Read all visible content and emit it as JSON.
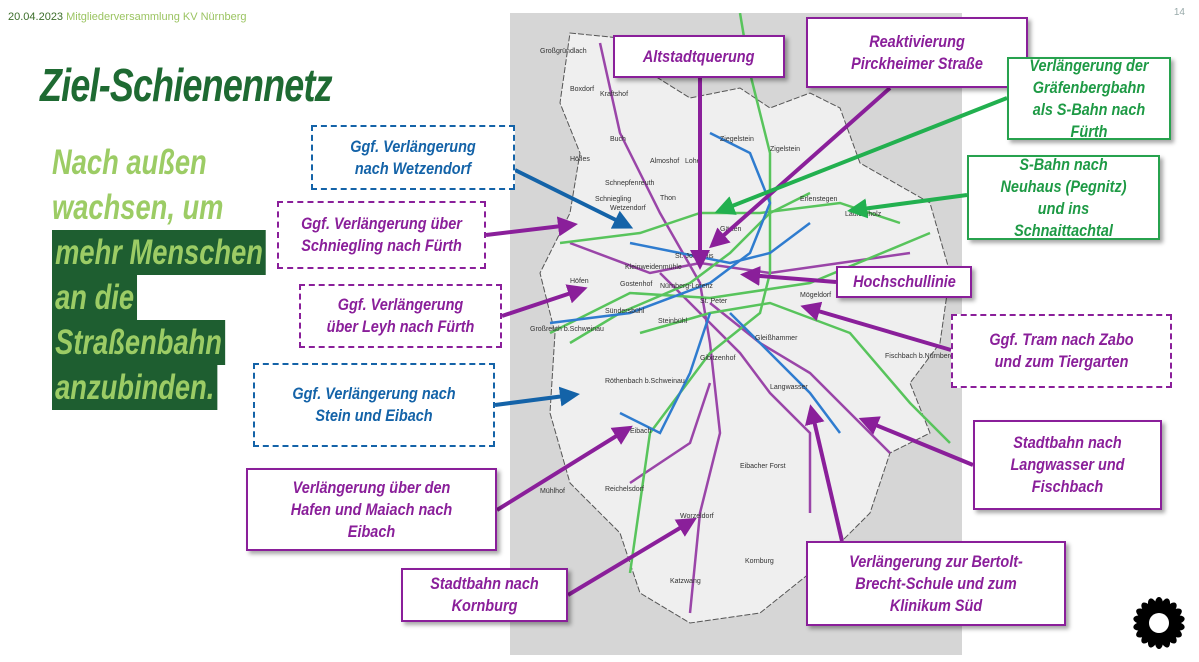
{
  "header": {
    "date": "20.04.2023",
    "event": "Mitgliederversammlung  KV Nürnberg",
    "page_number": "14"
  },
  "title": "Ziel-Schienennetz",
  "claim": {
    "lines": [
      "Nach außen",
      "wachsen, um",
      "mehr Menschen",
      "an die",
      "Straßenbahn",
      "anzubinden."
    ]
  },
  "colors": {
    "purple": "#8a1f9a",
    "blue": "#1463a8",
    "green": "#27a24e",
    "dark_green": "#1e6a32",
    "light_green": "#9ccc65"
  },
  "callouts": [
    {
      "id": "altstadt",
      "text": "Altstadtquerung",
      "style": "purple"
    },
    {
      "id": "pirckheimer",
      "text": "Reaktivierung Pirckheimer Straße",
      "style": "purple"
    },
    {
      "id": "graefenberg",
      "text": "Verlängerung der Gräfenbergbahn als S-Bahn nach Fürth",
      "style": "green"
    },
    {
      "id": "neuhaus",
      "text": "S-Bahn nach Neuhaus (Pegnitz) und ins Schnaittachtal",
      "style": "green"
    },
    {
      "id": "hochschul",
      "text": "Hochschullinie",
      "style": "purple"
    },
    {
      "id": "zabo",
      "text": "Ggf. Tram nach Zabo und zum Tiergarten",
      "style": "purple-dashed"
    },
    {
      "id": "langwasser",
      "text": "Stadtbahn nach Langwasser und Fischbach",
      "style": "purple"
    },
    {
      "id": "brecht",
      "text": "Verlängerung zur Bertolt-Brecht-Schule und zum Klinikum Süd",
      "style": "purple"
    },
    {
      "id": "kornburg",
      "text": "Stadtbahn nach Kornburg",
      "style": "purple"
    },
    {
      "id": "hafen",
      "text": "Verlängerung über den Hafen und Maiach nach Eibach",
      "style": "purple"
    },
    {
      "id": "stein",
      "text": "Ggf. Verlängerung nach Stein und Eibach",
      "style": "blue-dashed"
    },
    {
      "id": "leyh",
      "text": "Ggf. Verlängerung über Leyh nach Fürth",
      "style": "purple-dashed"
    },
    {
      "id": "schniegling",
      "text": "Ggf. Verlängerung über Schniegling nach Fürth",
      "style": "purple-dashed"
    },
    {
      "id": "wetzendorf",
      "text": "Ggf. Verlängerung nach Wetzendorf",
      "style": "blue-dashed"
    }
  ],
  "map": {
    "places": [
      "Großgründlach",
      "Boxdorf",
      "Kraftshof",
      "Buch",
      "Ziegelstein",
      "Zigelstein",
      "Almoshof",
      "Lohe",
      "Höfles",
      "Schnepfenreuth",
      "Schniegling",
      "Wetzendorf",
      "Thon",
      "Erlenstegen",
      "Laufamholz",
      "Gärten",
      "St. Johannis",
      "Höfen",
      "Kleinweidenmühle",
      "Nürnberg-Lorenz",
      "St. Peter",
      "Mögeldorf",
      "Gostenhof",
      "Sündersbühl",
      "Großreuth b.Schweinau",
      "Steinbühl",
      "Gibitzenhof",
      "Gleißhammer",
      "Fischbach b.Nürnberg",
      "Röthenbach b.Schweinau",
      "Langwasser",
      "Eibach",
      "Reichelsdorf",
      "Mühlhof",
      "Eibacher Forst",
      "Worzeldorf",
      "Katzwang",
      "Kornburg"
    ]
  },
  "logo": "sunflower-logo"
}
